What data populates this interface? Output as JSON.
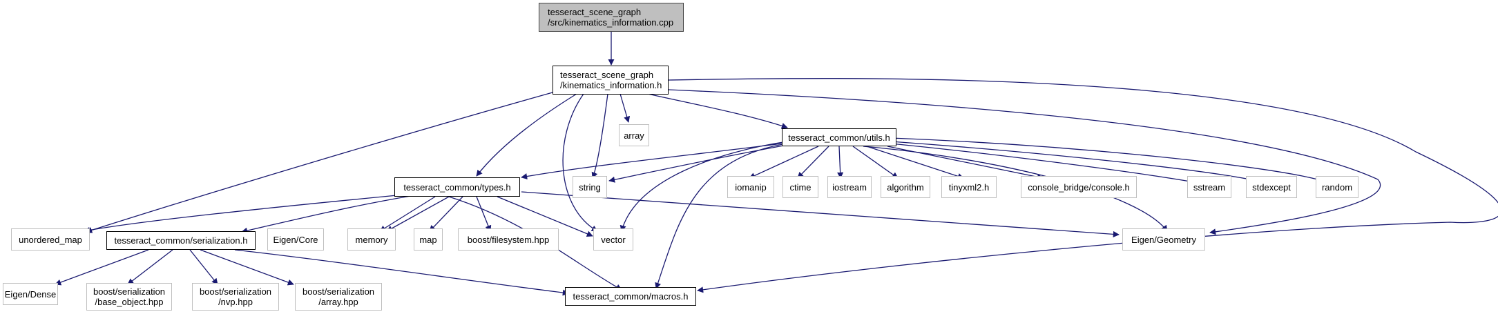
{
  "colors": {
    "edge": "#191970",
    "root_fill": "#bfbfbf",
    "bold_border": "#000000",
    "grey_border": "#bfbfbf"
  },
  "nodes": {
    "root": {
      "line1": "tesseract_scene_graph",
      "line2": "/src/kinematics_information.cpp"
    },
    "kin_info_h": {
      "line1": "tesseract_scene_graph",
      "line2": "/kinematics_information.h"
    },
    "array": "array",
    "utils_h": "tesseract_common/utils.h",
    "types_h": "tesseract_common/types.h",
    "string": "string",
    "iomanip": "iomanip",
    "ctime": "ctime",
    "iostream": "iostream",
    "algorithm": "algorithm",
    "tinyxml2": "tinyxml2.h",
    "console_bridge": "console_bridge/console.h",
    "sstream": "sstream",
    "stdexcept": "stdexcept",
    "random": "random",
    "unordered_map": "unordered_map",
    "serialization_h": "tesseract_common/serialization.h",
    "eigen_core": "Eigen/Core",
    "memory": "memory",
    "map": "map",
    "boost_filesystem": "boost/filesystem.hpp",
    "vector": "vector",
    "eigen_geometry": "Eigen/Geometry",
    "eigen_dense": "Eigen/Dense",
    "boost_base_object": {
      "line1": "boost/serialization",
      "line2": "/base_object.hpp"
    },
    "boost_nvp": {
      "line1": "boost/serialization",
      "line2": "/nvp.hpp"
    },
    "boost_array": {
      "line1": "boost/serialization",
      "line2": "/array.hpp"
    },
    "macros_h": "tesseract_common/macros.h"
  }
}
